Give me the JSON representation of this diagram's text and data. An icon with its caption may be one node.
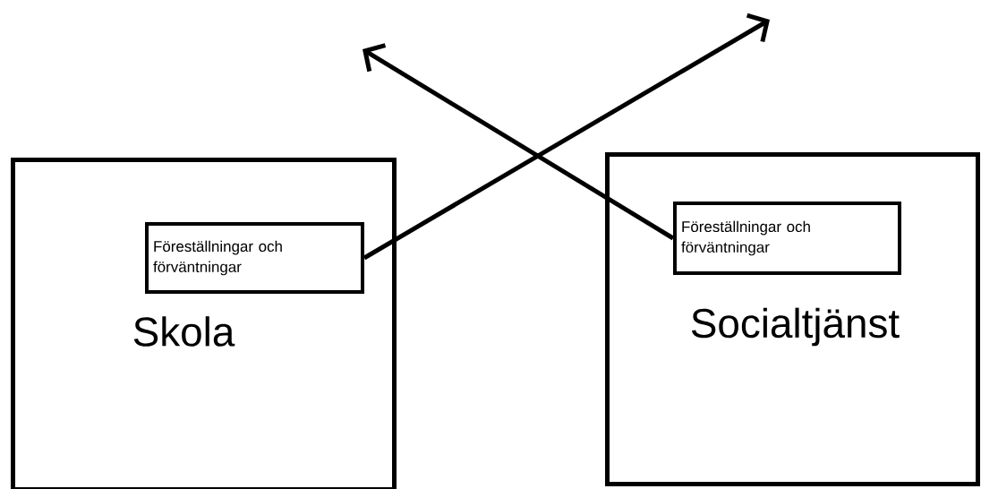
{
  "diagram": {
    "nodes": [
      {
        "text": [
          "Skola"
        ]
      },
      {
        "text": [
          "Föreställningar och förväntningar"
        ],
        "in": 0
      },
      {
        "text": [
          "Socialtjänst"
        ]
      },
      {
        "text": [
          "Föreställningar och förväntningar"
        ],
        "in": 2
      }
    ],
    "edges": [
      {
        "from": 1,
        "to": null,
        "arrow": "to"
      },
      {
        "from": 3,
        "to": null,
        "arrow": "to"
      }
    ]
  }
}
